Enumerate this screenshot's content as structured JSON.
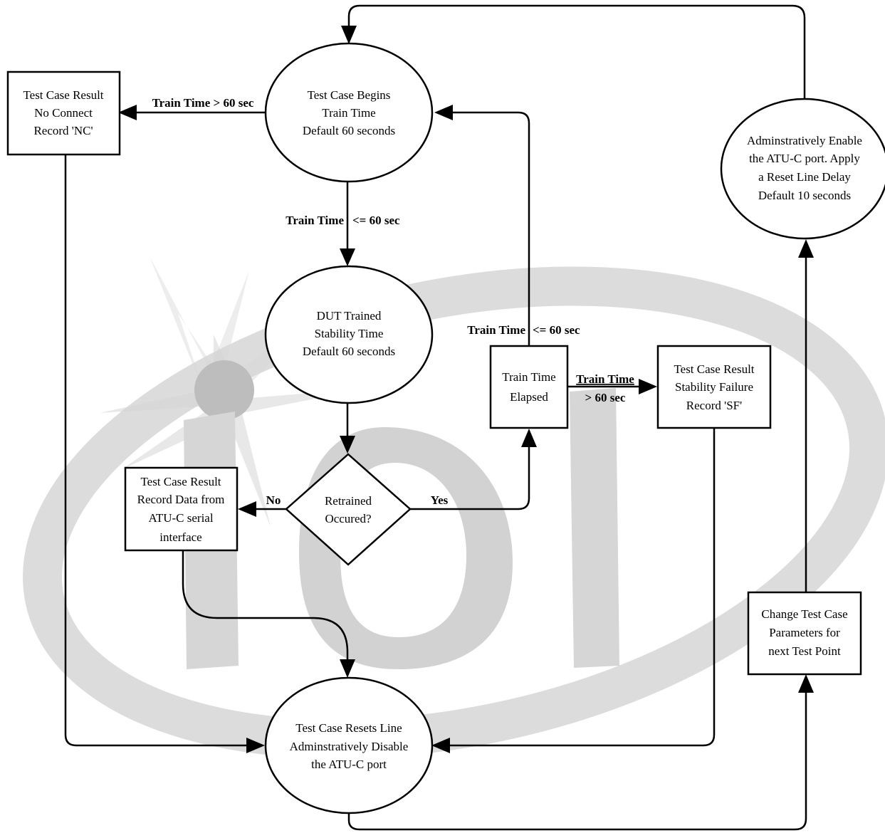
{
  "nodes": {
    "test_case_begins": [
      "Test Case Begins",
      "Train Time",
      "Default 60 seconds"
    ],
    "dut_trained": [
      "DUT Trained",
      "Stability Time",
      "Default 60 seconds"
    ],
    "retrained_occured": [
      "Retrained",
      "Occured?"
    ],
    "result_no_connect": [
      "Test Case Result",
      "No Connect",
      "Record 'NC'"
    ],
    "result_record_data": [
      "Test Case Result",
      "Record Data from",
      "ATU-C serial",
      "interface"
    ],
    "train_time_elapsed": [
      "Train Time",
      "Elapsed"
    ],
    "result_stability_failure": [
      "Test Case Result",
      "Stability Failure",
      "Record 'SF'"
    ],
    "resets_line": [
      "Test Case Resets Line",
      "Adminstratively Disable",
      "the ATU-C port"
    ],
    "change_parameters": [
      "Change Test Case",
      "Parameters for",
      "next Test Point"
    ],
    "enable_port": [
      "Adminstratively Enable",
      "the ATU-C port. Apply",
      "a Reset Line Delay",
      "Default 10 seconds"
    ]
  },
  "edges": {
    "begins_to_no_connect": "Train Time > 60 sec",
    "begins_to_dut": {
      "left": "Train Time",
      "right": "<=  60 sec"
    },
    "elapsed_to_begins": {
      "left": "Train Time",
      "right": "<=  60 sec"
    },
    "elapsed_to_stability": {
      "top": "Train Time",
      "bottom": "> 60 sec"
    },
    "retrained_no": "No",
    "retrained_yes": "Yes"
  },
  "watermark": "iol"
}
